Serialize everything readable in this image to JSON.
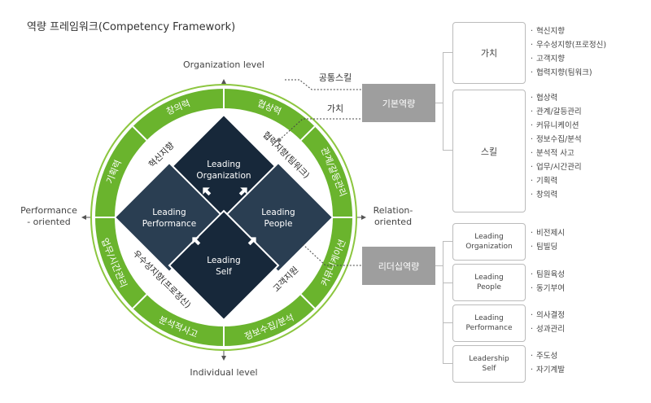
{
  "title": "역량 프레임워크(Competency Framework)",
  "axes": {
    "top": "Organization level",
    "bottom": "Individual level",
    "left": "Performance\n- oriented",
    "right": "Relation-\noriented"
  },
  "ring_labels": [
    "창의력",
    "협상력",
    "관계/갈등관리",
    "커뮤니케이션",
    "정보수집/분석",
    "분석적사고",
    "업무/시간관리",
    "기획력"
  ],
  "inner_labels": [
    "혁신지향",
    "협력지향(팀워크)",
    "고객지원",
    "우수성지향(프로정신)"
  ],
  "diamonds": [
    {
      "label": "Leading\nOrganization"
    },
    {
      "label": "Leading\nPeople"
    },
    {
      "label": "Leading\nPerformance"
    },
    {
      "label": "Leading\nSelf"
    }
  ],
  "pointers": {
    "common_skill": "공통스킬",
    "value": "가치"
  },
  "categories": {
    "basic": "기본역량",
    "leadership": "리더십역량"
  },
  "basic_groups": [
    {
      "label": "가치",
      "items": [
        "혁신지향",
        "우수성지향(프로정신)",
        "고객지향",
        "협력지향(팀워크)"
      ]
    },
    {
      "label": "스킬",
      "items": [
        "협상력",
        "관계/갈등관리",
        "커뮤니케이션",
        "정보수집/분석",
        "분석적 사고",
        "업무/시간관리",
        "기획력",
        "창의력"
      ]
    }
  ],
  "leadership_groups": [
    {
      "label": "Leading\nOrganization",
      "items": [
        "비전제시",
        "팀빌딩"
      ]
    },
    {
      "label": "Leading\nPeople",
      "items": [
        "팀원육성",
        "동기부여"
      ]
    },
    {
      "label": "Leading\nPerformance",
      "items": [
        "의사결정",
        "성과관리"
      ]
    },
    {
      "label": "Leadership\nSelf",
      "items": [
        "주도성",
        "자기계발"
      ]
    }
  ],
  "colors": {
    "green": "#6ab42d",
    "ring_border": "#8cc63f",
    "diamond_dark": "#17283a",
    "diamond_mid": "#2a3e52",
    "category_gray": "#9e9e9e"
  }
}
